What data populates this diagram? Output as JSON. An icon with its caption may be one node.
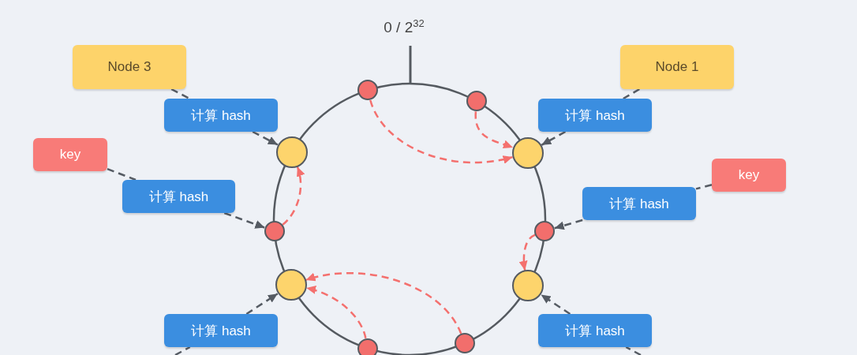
{
  "diagram": {
    "nodes": [
      {
        "text": [
          "Node 3"
        ]
      },
      {
        "text": [
          "Node 1"
        ]
      },
      {
        "text": [
          "计算 hash"
        ]
      },
      {
        "text": [
          "计算 hash"
        ]
      },
      {
        "text": [],
        "shape": "circle"
      },
      {
        "text": [],
        "shape": "circle"
      },
      {
        "text": [],
        "shape": "circle"
      },
      {
        "text": [],
        "shape": "circle"
      },
      {
        "text": [
          "key"
        ]
      },
      {
        "text": [
          "key"
        ]
      },
      {
        "text": [
          "计算 hash"
        ]
      },
      {
        "text": [
          "计算 hash"
        ]
      },
      {
        "text": [],
        "shape": "circle"
      },
      {
        "text": [],
        "shape": "circle"
      },
      {
        "text": [],
        "shape": "circle"
      },
      {
        "text": [],
        "shape": "circle"
      },
      {
        "text": [
          "计算 hash"
        ]
      },
      {
        "text": [
          "计算 hash"
        ]
      },
      {
        "text": [],
        "shape": "circle"
      },
      {
        "text": [],
        "shape": "circle"
      }
    ],
    "edges": [
      {
        "from": 0,
        "to": 2,
        "arrow": "none",
        "style": "dashed"
      },
      {
        "from": 2,
        "to": 6,
        "arrow": "to",
        "style": "dashed"
      },
      {
        "from": 1,
        "to": 3,
        "arrow": "none",
        "style": "dashed"
      },
      {
        "from": 3,
        "to": 7,
        "arrow": "to",
        "style": "dashed"
      },
      {
        "from": 4,
        "to": 7,
        "arrow": "to",
        "style": "dashed",
        "color": "#f4706e"
      },
      {
        "from": 5,
        "to": 7,
        "arrow": "to",
        "style": "dashed",
        "color": "#f4706e"
      },
      {
        "from": 8,
        "to": 10,
        "arrow": "none",
        "style": "dashed"
      },
      {
        "from": 10,
        "to": 12,
        "arrow": "to",
        "style": "dashed"
      },
      {
        "from": 12,
        "to": 6,
        "arrow": "to",
        "style": "dashed",
        "color": "#f4706e"
      },
      {
        "from": 9,
        "to": 11,
        "arrow": "none",
        "style": "dashed"
      },
      {
        "from": 11,
        "to": 13,
        "arrow": "to",
        "style": "dashed"
      },
      {
        "from": 13,
        "to": 15,
        "arrow": "to",
        "style": "dashed",
        "color": "#f4706e"
      },
      {
        "from": 16,
        "to": 14,
        "arrow": "to",
        "style": "dashed"
      },
      {
        "from": 17,
        "to": 15,
        "arrow": "to",
        "style": "dashed"
      },
      {
        "from": 18,
        "to": 14,
        "arrow": "to",
        "style": "dashed",
        "color": "#f4706e"
      },
      {
        "from": 19,
        "to": 14,
        "arrow": "to",
        "style": "dashed",
        "color": "#f4706e"
      },
      {
        "from": null,
        "to": 16,
        "arrow": "none",
        "style": "dashed"
      },
      {
        "from": null,
        "to": 17,
        "arrow": "none",
        "style": "dashed"
      }
    ],
    "labels": [
      "0 / 2$^{32}$"
    ]
  }
}
